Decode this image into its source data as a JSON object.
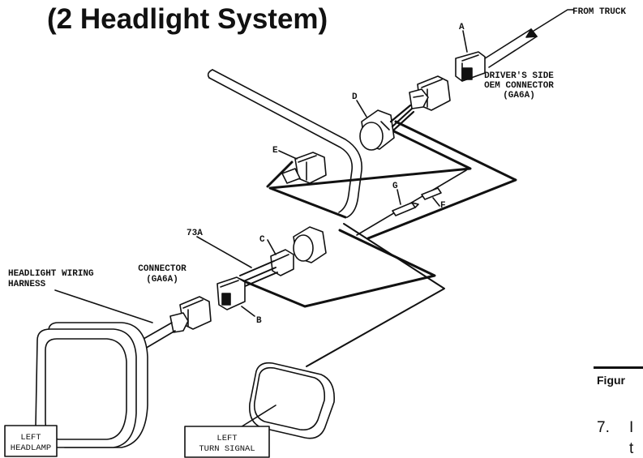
{
  "title": "(2 Headlight System)",
  "labels": {
    "from_truck": "FROM TRUCK",
    "a": "A",
    "driver_side_line1": "DRIVER'S SIDE",
    "driver_side_line2": "OEM CONNECTOR",
    "driver_side_line3": "(GA6A)",
    "d": "D",
    "e": "E",
    "g": "G",
    "f": "F",
    "a73": "73A",
    "c": "C",
    "b": "B",
    "connector_line1": "CONNECTOR",
    "connector_line2": "(GA6A)",
    "harness_line1": "HEADLIGHT WIRING",
    "harness_line2": "HARNESS",
    "left_headlamp_line1": "LEFT",
    "left_headlamp_line2": "HEADLAMP",
    "left_turn_line1": "LEFT",
    "left_turn_line2": "TURN SIGNAL"
  },
  "caption": "Figur",
  "step": {
    "number": "7.",
    "text": "I",
    "text2": "t"
  }
}
